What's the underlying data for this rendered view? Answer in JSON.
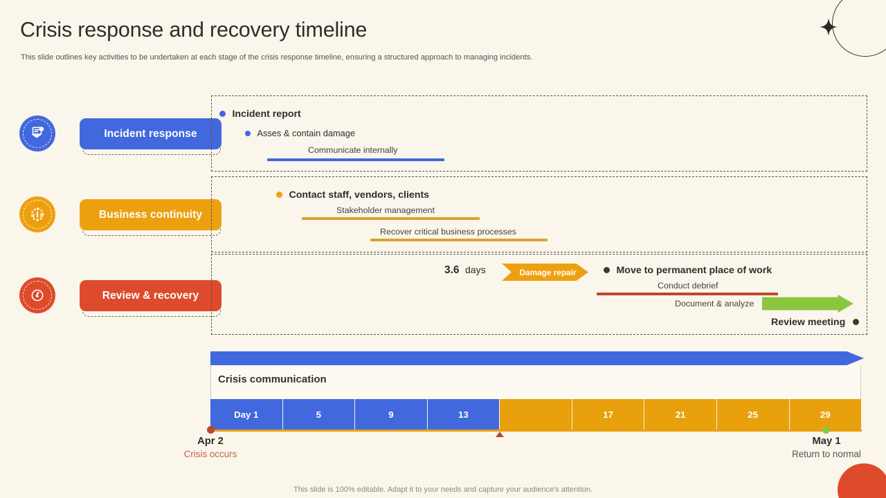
{
  "header": {
    "title": "Crisis response and recovery timeline",
    "subtitle": "This slide outlines key activities to be undertaken at each stage of the crisis response timeline, ensuring a structured approach to managing incidents."
  },
  "footer": {
    "note": "This slide is 100% editable. Adapt it to your needs and capture your audience's attention."
  },
  "colors": {
    "background": "#faf6ec",
    "blue": "#4169dd",
    "amber": "#eda00f",
    "red": "#dd4b2c",
    "green": "#8cc63f",
    "dark": "#3a3833"
  },
  "categories": [
    {
      "label": "Incident response",
      "color": "#4169dd",
      "icon": "incident-report-icon"
    },
    {
      "label": "Business continuity",
      "color": "#eda00f",
      "icon": "bar-chart-icon"
    },
    {
      "label": "Review & recovery",
      "color": "#dd4b2c",
      "icon": "magnifier-tool-icon"
    }
  ],
  "rows": [
    {
      "name": "incident-response-row",
      "items": [
        {
          "text": "Incident report",
          "style": "title",
          "bullet": "#4169dd"
        },
        {
          "text": "Asses & contain damage",
          "style": "sub",
          "bullet": "#4169dd"
        },
        {
          "text": "Communicate internally",
          "style": "plain",
          "bar": "#4169dd"
        }
      ]
    },
    {
      "name": "business-continuity-row",
      "items": [
        {
          "text": "Contact staff, vendors, clients",
          "style": "title",
          "bullet": "#eda00f"
        },
        {
          "text": "Stakeholder management",
          "style": "plain",
          "bar": "#d9a32e"
        },
        {
          "text": "Recover critical business processes",
          "style": "plain",
          "bar": "#d9a32e"
        }
      ]
    },
    {
      "name": "review-recovery-row",
      "items": [
        {
          "text": "3.6",
          "suffix": "days",
          "style": "duration"
        },
        {
          "text": "Damage repair",
          "style": "chevron",
          "color": "#eda00f"
        },
        {
          "text": "Move to permanent place of work",
          "style": "title",
          "bullet": "#3a3833"
        },
        {
          "text": "Conduct debrief",
          "style": "plain",
          "bar": "#c0462c"
        },
        {
          "text": "Document & analyze",
          "style": "plain",
          "arrow": "#8cc63f"
        },
        {
          "text": "Review meeting",
          "style": "title-right",
          "bullet": "#3a3833"
        }
      ]
    }
  ],
  "timeline": {
    "track_label": "Crisis communication",
    "cells": [
      {
        "label": "Day 1",
        "color": "#4169dd"
      },
      {
        "label": "5",
        "color": "#4169dd"
      },
      {
        "label": "9",
        "color": "#4169dd"
      },
      {
        "label": "13",
        "color": "#4169dd"
      },
      {
        "label": "",
        "color": "#e8a00d"
      },
      {
        "label": "17",
        "color": "#e8a00d"
      },
      {
        "label": "21",
        "color": "#e8a00d"
      },
      {
        "label": "25",
        "color": "#e8a00d"
      },
      {
        "label": "29",
        "color": "#e8a00d"
      }
    ],
    "start_marker": {
      "date": "Apr 2",
      "caption": "Crisis occurs",
      "color": "#c0462c"
    },
    "end_marker": {
      "date": "May 1",
      "caption": "Return to normal",
      "color": "#8cc63f"
    }
  }
}
